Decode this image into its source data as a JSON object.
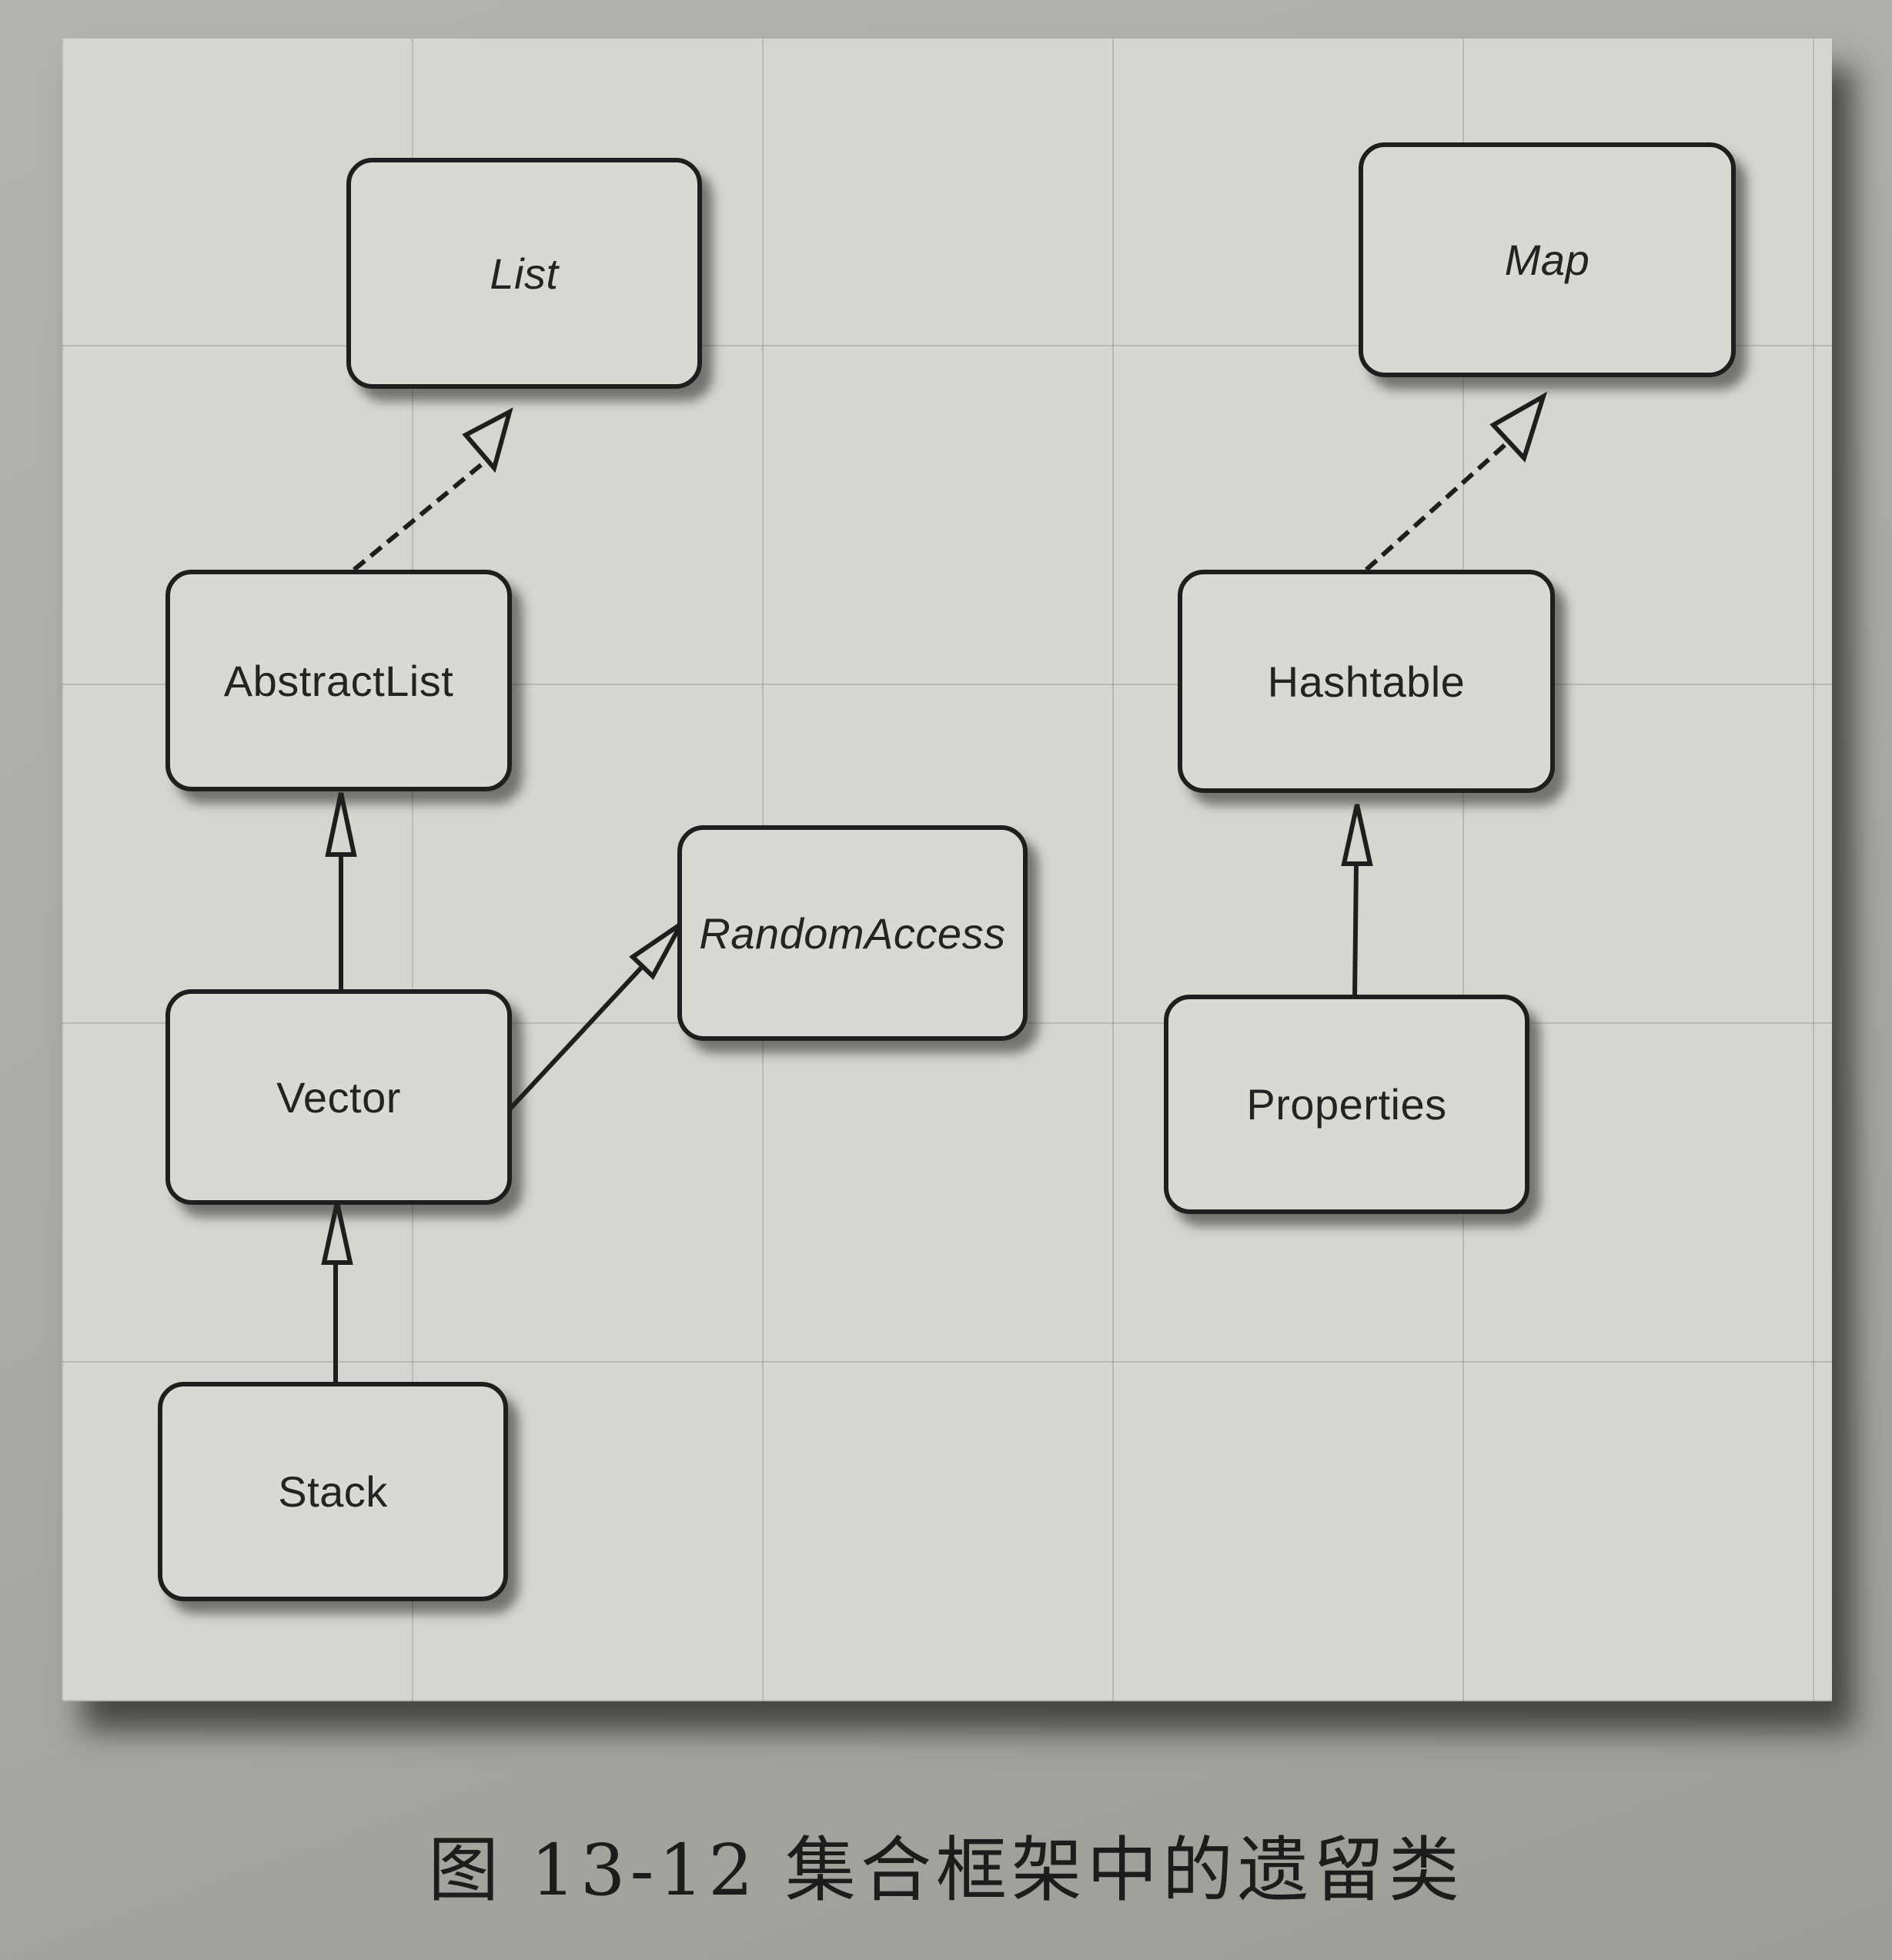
{
  "diagram": {
    "nodes": {
      "list": {
        "label": "List",
        "kind": "interface"
      },
      "map": {
        "label": "Map",
        "kind": "interface"
      },
      "abstract_list": {
        "label": "AbstractList",
        "kind": "class"
      },
      "hashtable": {
        "label": "Hashtable",
        "kind": "class"
      },
      "random_access": {
        "label": "RandomAccess",
        "kind": "interface"
      },
      "vector": {
        "label": "Vector",
        "kind": "class"
      },
      "properties": {
        "label": "Properties",
        "kind": "class"
      },
      "stack": {
        "label": "Stack",
        "kind": "class"
      }
    },
    "edges": [
      {
        "from": "abstract_list",
        "to": "list",
        "type": "realization"
      },
      {
        "from": "hashtable",
        "to": "map",
        "type": "realization"
      },
      {
        "from": "vector",
        "to": "abstract_list",
        "type": "generalization"
      },
      {
        "from": "vector",
        "to": "random_access",
        "type": "generalization"
      },
      {
        "from": "stack",
        "to": "vector",
        "type": "generalization"
      },
      {
        "from": "properties",
        "to": "hashtable",
        "type": "generalization"
      }
    ]
  },
  "caption": {
    "text": "图 13-12   集合框架中的遗留类"
  },
  "colors": {
    "paper": "#d6d5d0",
    "ink": "#1e1e1e",
    "background": "#a9a8a2"
  }
}
